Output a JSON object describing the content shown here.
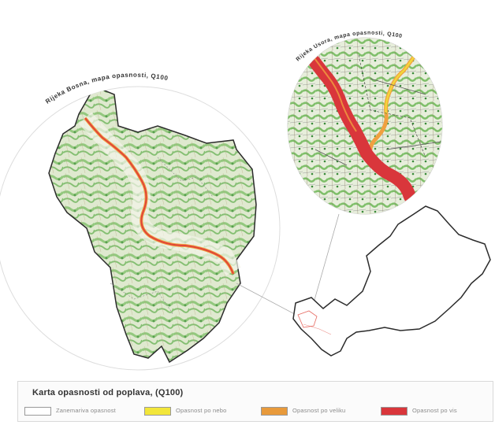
{
  "left_map": {
    "caption": "Rijeka Bosna, mapa opasnosti, Q100"
  },
  "inset_map": {
    "caption": "Rijeka Usora, mapa opasnosti, Q100"
  },
  "legend": {
    "title": "Karta opasnosti od poplava, (Q100)",
    "items": [
      {
        "label": "Zanemariva opasnost",
        "color": "#ffffff"
      },
      {
        "label": "Opasnost po nebo",
        "color": "#f2e63a"
      },
      {
        "label": "Opasnost po veliku",
        "color": "#e89a3b"
      },
      {
        "label": "Opasnost po vis",
        "color": "#d9363b"
      }
    ]
  },
  "colors": {
    "terrain_green": "#8cc47a",
    "terrain_light": "#dfe9cf",
    "river_red": "#e0453a",
    "river_orange": "#f0a040",
    "inset_yellow": "#f2d63a",
    "outline": "#2b2b2b"
  }
}
